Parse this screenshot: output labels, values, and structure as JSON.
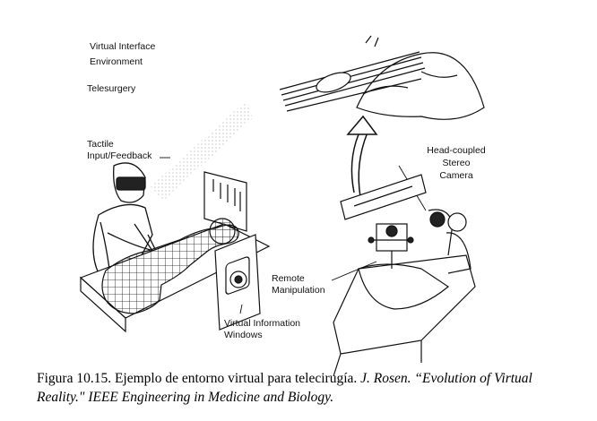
{
  "labels": {
    "title_line1": "Virtual Interface",
    "title_line2": "Environment",
    "telesurgery": "Telesurgery",
    "tactile_line1": "Tactile",
    "tactile_line2": "Input/Feedback",
    "camera_line1": "Head-coupled",
    "camera_line2": "Stereo",
    "camera_line3": "Camera",
    "remote_line1": "Remote",
    "remote_line2": "Manipulation",
    "windows_line1": "Virtual Information",
    "windows_line2": "Windows"
  },
  "caption": {
    "lead": "Figura 10.15. Ejemplo de entorno virtual para telecirugía.",
    "author": "J. Rosen.",
    "title": "“Evolution of Virtual Reality.\"",
    "source": "IEEE Engineering in Medicine and Biology."
  }
}
